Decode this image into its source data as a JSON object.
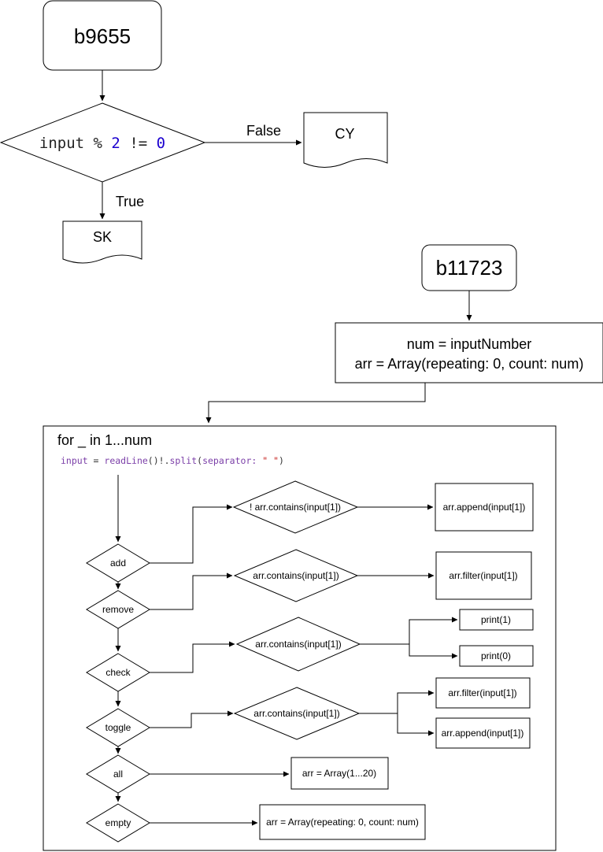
{
  "diagram1": {
    "start": "b9655",
    "decision": {
      "p1": "input % ",
      "p2": "2",
      "p3": " != ",
      "p4": "0"
    },
    "false_label": "False",
    "true_label": "True",
    "false_target": "CY",
    "true_target": "SK"
  },
  "diagram2": {
    "start": "b11723",
    "init_line1": "num = inputNumber",
    "init_line2": "arr = Array(repeating: 0, count: num)",
    "loop_title": "for _ in 1...num",
    "read": {
      "var": "input",
      "eq": " = ",
      "func": "readLine",
      "mid": "()!.",
      "method": "split",
      "open": "(",
      "param": "separator:",
      "str": " \" \"",
      "close": ")"
    },
    "commands": {
      "add": "add",
      "remove": "remove",
      "check": "check",
      "toggle": "toggle",
      "all": "all",
      "empty": "empty"
    },
    "add_cond": "! arr.contains(input[1])",
    "add_action": "arr.append(input[1])",
    "remove_cond": "arr.contains(input[1])",
    "remove_action": "arr.filter(input[1])",
    "check_cond": "arr.contains(input[1])",
    "check_true": "print(1)",
    "check_false": "print(0)",
    "toggle_cond": "arr.contains(input[1])",
    "toggle_true": "arr.filter(input[1])",
    "toggle_false": "arr.append(input[1])",
    "all_action": "arr = Array(1...20)",
    "empty_action": "arr = Array(repeating: 0, count: num)"
  },
  "colors": {
    "keyword": "#1c00cf",
    "purple": "#7b3fa8",
    "string": "#c41a16"
  }
}
